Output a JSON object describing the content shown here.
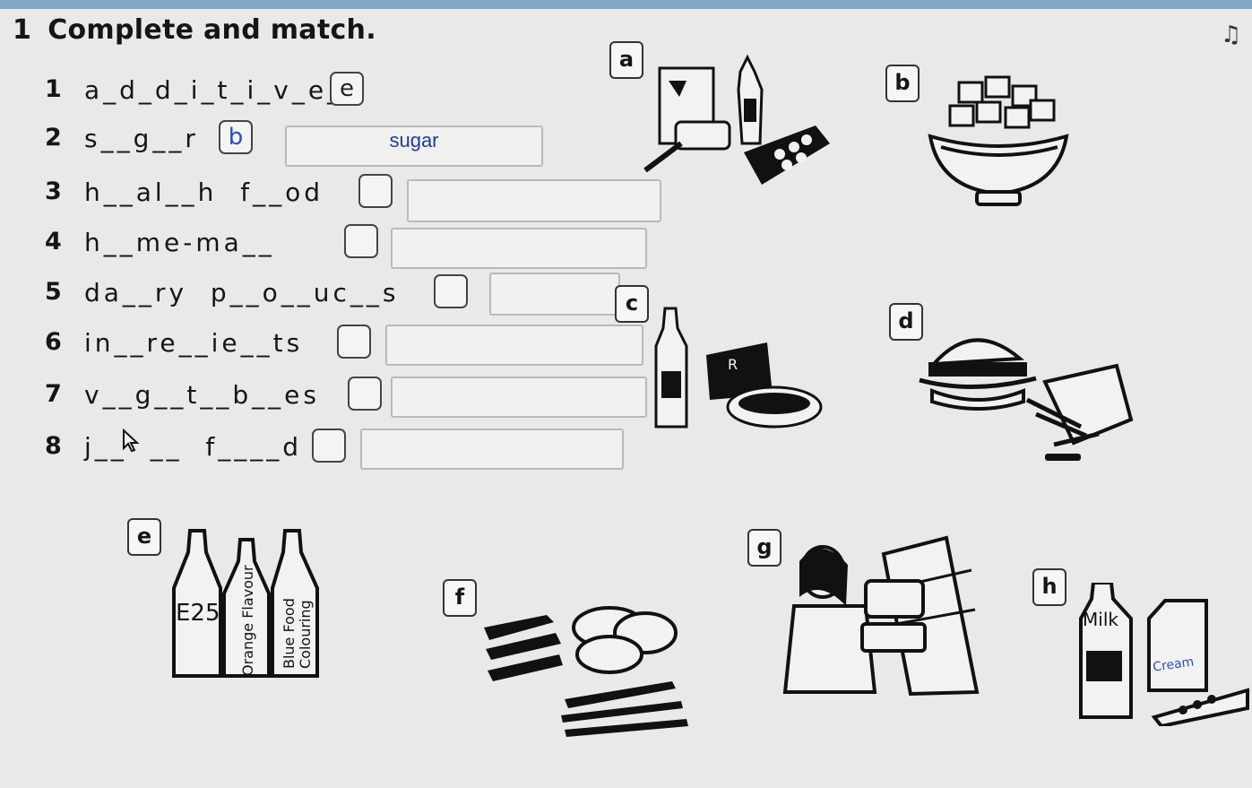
{
  "exercise": {
    "number": "1",
    "title": "Complete and match.",
    "corner_icon": "audio-track-icon"
  },
  "items": [
    {
      "num": "1",
      "word": "a_d_d_i_t_i_v_e_s",
      "letter": "e",
      "answer": ""
    },
    {
      "num": "2",
      "word": "s__g__r",
      "letter": "b",
      "answer": "sugar"
    },
    {
      "num": "3",
      "word": "h__al__h  f__od",
      "letter": "",
      "answer": ""
    },
    {
      "num": "4",
      "word": "h__me-ma__",
      "letter": "",
      "answer": ""
    },
    {
      "num": "5",
      "word": "da__ry  p__o__uc__s",
      "letter": "",
      "answer": ""
    },
    {
      "num": "6",
      "word": "in__re__ie__ts",
      "letter": "",
      "answer": ""
    },
    {
      "num": "7",
      "word": "v__g__t__b__es",
      "letter": "",
      "answer": ""
    },
    {
      "num": "8",
      "word": "j__  __  f____d",
      "letter": "",
      "answer": ""
    }
  ],
  "pictures": {
    "a": "a",
    "b": "b",
    "c": "c",
    "d": "d",
    "e": "e",
    "f": "f",
    "g": "g",
    "h": "h"
  },
  "picture_text": {
    "e_bottle_1": "E25",
    "e_bottle_2": "Orange Flavour",
    "e_bottle_3_line1": "Blue Food",
    "e_bottle_3_line2": "Colouring",
    "c_box": "R",
    "h_milk": "Milk",
    "h_cream": "Cream"
  }
}
